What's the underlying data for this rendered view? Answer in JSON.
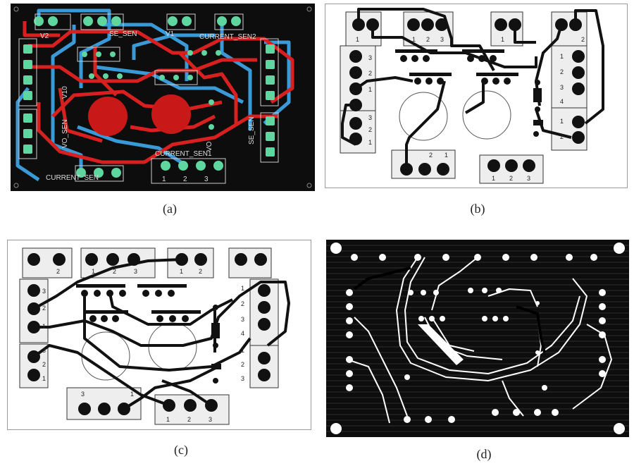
{
  "captions": [
    "(a)",
    "(b)",
    "(c)",
    "(d)"
  ],
  "panel_a": {
    "labels": [
      "V2",
      "SE_SEN",
      "V1",
      "CURRENT_SEN2",
      "V10",
      "VO_SEN",
      "VO",
      "SE_SEN",
      "CURRENT_SEN1",
      "CURRENT_SEN"
    ],
    "pin_numbers": [
      "1",
      "2",
      "3"
    ]
  },
  "panel_b": {
    "top_labels": [
      "1",
      "1",
      "2",
      "3",
      "1",
      "2"
    ],
    "left_labels": [
      "3",
      "2",
      "1",
      "3",
      "2",
      "1"
    ],
    "right_labels": [
      "1",
      "2",
      "3",
      "4",
      "1",
      "2"
    ],
    "bottom_left_labels": [
      "2",
      "1"
    ],
    "bottom_right_labels": [
      "1",
      "2",
      "3"
    ]
  },
  "panel_c": {
    "top_labels": [
      "2",
      "1",
      "2",
      "3",
      "1",
      "2"
    ],
    "left_labels": [
      "3",
      "2",
      "1",
      "3",
      "2",
      "1"
    ],
    "right_labels": [
      "1",
      "2",
      "3",
      "4",
      "1",
      "2",
      "3"
    ],
    "bottom_left_labels": [
      "3",
      "1"
    ],
    "bottom_right_labels": [
      "1",
      "2",
      "3"
    ]
  },
  "colors": {
    "pcb_black": "#0d0d0d",
    "trace_red": "#d82020",
    "trace_blue": "#3a9ad8",
    "pad_green": "#5fd6a0",
    "pad_red": "#c81818",
    "copper_gray": "#2a2a2a"
  }
}
